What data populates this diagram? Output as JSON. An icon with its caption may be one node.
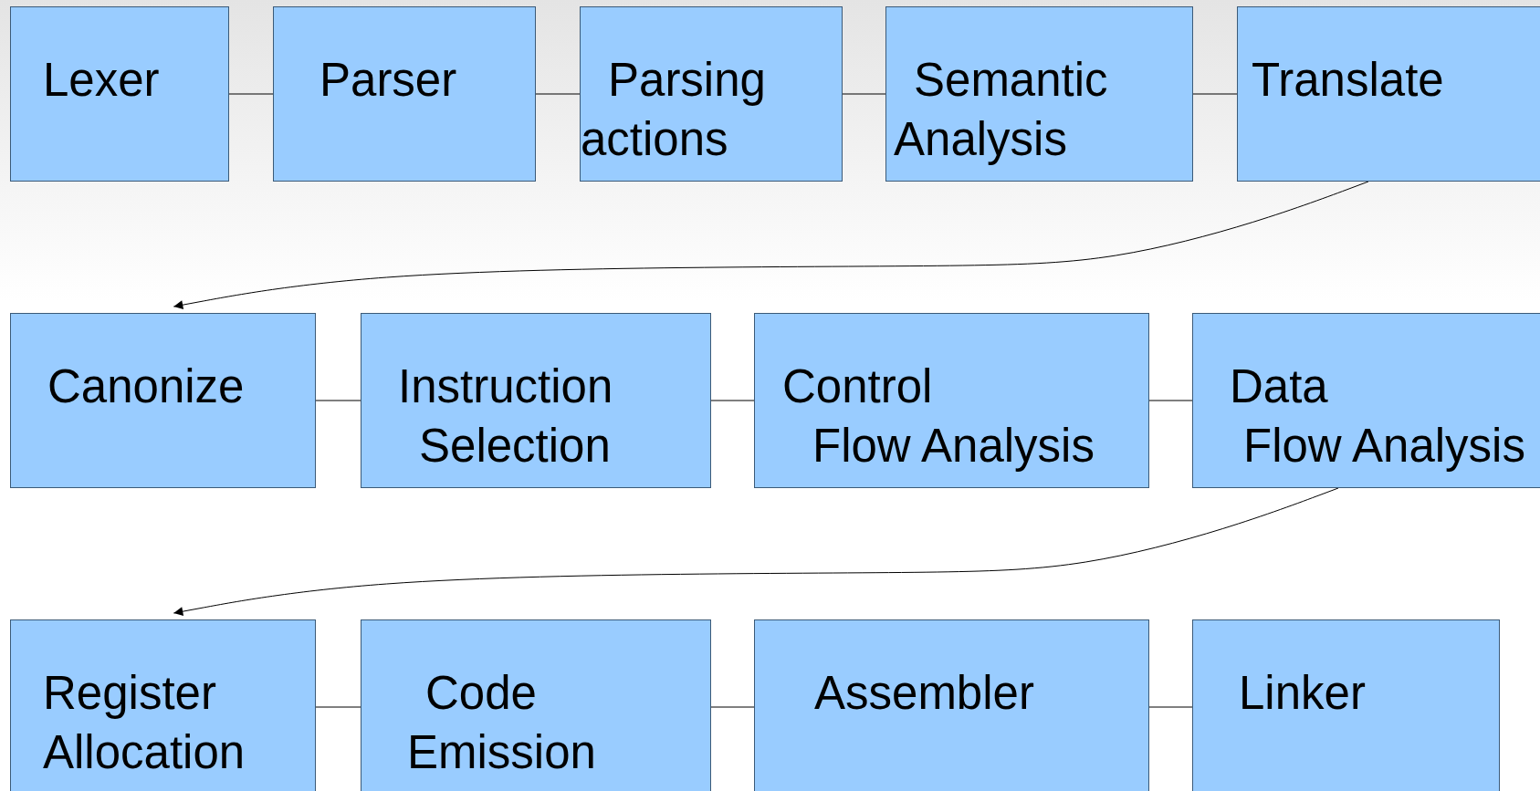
{
  "diagram": {
    "nodes": [
      {
        "text": [
          "Lexer"
        ]
      },
      {
        "text": [
          "Parser"
        ]
      },
      {
        "text": [
          "Parsing actions"
        ]
      },
      {
        "text": [
          "Semantic Analysis"
        ]
      },
      {
        "text": [
          "Translate"
        ]
      },
      {
        "text": [
          "Canonize"
        ]
      },
      {
        "text": [
          "Instruction Selection"
        ]
      },
      {
        "text": [
          "Control Flow Analysis"
        ]
      },
      {
        "text": [
          "Data Flow Analysis"
        ]
      },
      {
        "text": [
          "Register Allocation"
        ]
      },
      {
        "text": [
          "Code Emission"
        ]
      },
      {
        "text": [
          "Assembler"
        ]
      },
      {
        "text": [
          "Linker"
        ]
      }
    ],
    "edges": [
      {
        "from": 0,
        "to": 1,
        "arrow": "none"
      },
      {
        "from": 1,
        "to": 2,
        "arrow": "none"
      },
      {
        "from": 2,
        "to": 3,
        "arrow": "none"
      },
      {
        "from": 3,
        "to": 4,
        "arrow": "none"
      },
      {
        "from": 4,
        "to": 5,
        "arrow": "to"
      },
      {
        "from": 5,
        "to": 6,
        "arrow": "none"
      },
      {
        "from": 6,
        "to": 7,
        "arrow": "none"
      },
      {
        "from": 7,
        "to": 8,
        "arrow": "none"
      },
      {
        "from": 8,
        "to": 9,
        "arrow": "to"
      },
      {
        "from": 9,
        "to": 10,
        "arrow": "none"
      },
      {
        "from": 10,
        "to": 11,
        "arrow": "none"
      },
      {
        "from": 11,
        "to": 12,
        "arrow": "none"
      }
    ]
  }
}
